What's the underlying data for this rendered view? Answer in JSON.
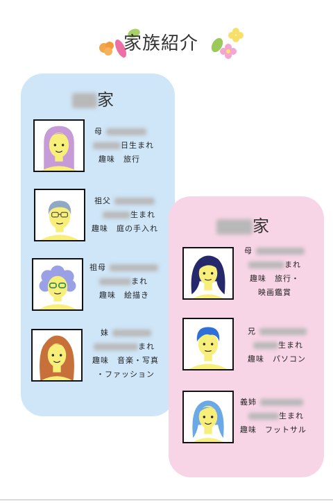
{
  "title": "家族紹介",
  "families": [
    {
      "suffix": "家",
      "members": [
        {
          "relation": "母",
          "born_suffix": "日生まれ",
          "hobby_label": "趣味",
          "hobby": "旅行",
          "hobby_cont": "",
          "portrait": "purple-long-hair-woman-portrait"
        },
        {
          "relation": "祖父",
          "born_suffix": "生まれ",
          "hobby_label": "趣味",
          "hobby": "庭の手入れ",
          "hobby_cont": "",
          "portrait": "grey-haired-man-with-glasses-portrait"
        },
        {
          "relation": "祖母",
          "born_suffix": "まれ",
          "hobby_label": "趣味",
          "hobby": "絵描き",
          "hobby_cont": "",
          "portrait": "curly-purple-hair-woman-with-glasses-portrait"
        },
        {
          "relation": "妹",
          "born_suffix": "まれ",
          "hobby_label": "趣味",
          "hobby": "音楽・写真",
          "hobby_cont": "・ファッション",
          "portrait": "brown-long-hair-girl-portrait"
        }
      ]
    },
    {
      "suffix": "家",
      "members": [
        {
          "relation": "母",
          "born_suffix": "まれ",
          "hobby_label": "趣味",
          "hobby": "旅行・",
          "hobby_cont": "映画鑑賞",
          "portrait": "navy-hair-woman-portrait"
        },
        {
          "relation": "兄",
          "born_suffix": "生まれ",
          "hobby_label": "趣味",
          "hobby": "パソコン",
          "hobby_cont": "",
          "portrait": "blue-short-hair-man-portrait"
        },
        {
          "relation": "義姉",
          "born_suffix": "生まれ",
          "hobby_label": "趣味",
          "hobby": "フットサル",
          "hobby_cont": "",
          "portrait": "light-blue-hair-woman-portrait"
        }
      ]
    }
  ],
  "colors": {
    "panel_blue": "#cfe6f8",
    "panel_pink": "#f8d5e6",
    "skin": "#f7ef7a"
  }
}
